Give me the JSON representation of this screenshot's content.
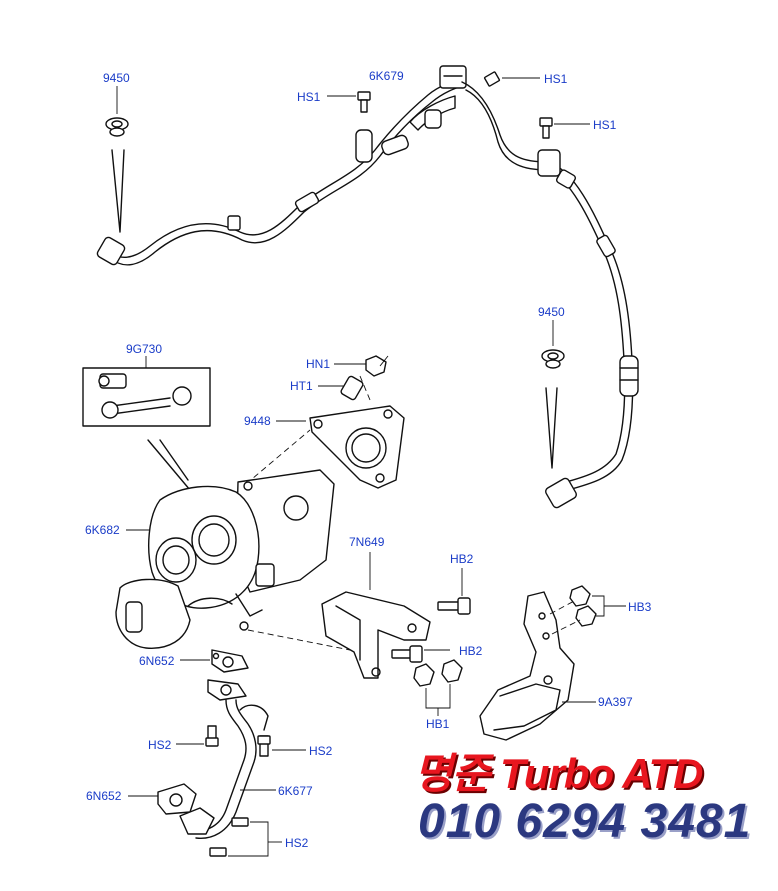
{
  "labels": {
    "l9450a": "9450",
    "l6k679": "6K679",
    "lhs1a": "HS1",
    "lhs1b": "HS1",
    "lhs1c": "HS1",
    "l9450b": "9450",
    "l9g730": "9G730",
    "lhn1": "HN1",
    "lht1": "HT1",
    "l9448": "9448",
    "l6k682": "6K682",
    "l7n649": "7N649",
    "lhb2a": "HB2",
    "lhb3": "HB3",
    "lhb2b": "HB2",
    "l6n652a": "6N652",
    "l9a397": "9A397",
    "lhb1": "HB1",
    "lhs2a": "HS2",
    "lhs2b": "HS2",
    "l6k677": "6K677",
    "l6n652b": "6N652",
    "lhs2c": "HS2"
  },
  "watermark": {
    "name": "명준 Turbo ATD",
    "phone": "010 6294 3481"
  },
  "colors": {
    "label_blue": "#1a3cc8",
    "brand_red": "#e8161f",
    "phone_navy": "#2b3880"
  }
}
